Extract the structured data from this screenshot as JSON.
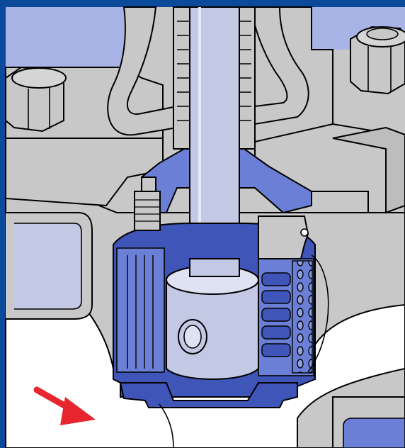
{
  "figure": {
    "colors": {
      "frame": "#0b4a9a",
      "body_gray": "#c8c8c8",
      "steel": "#c3c8e4",
      "blue_light": "#a9b4e6",
      "blue_mid": "#6b7fd6",
      "blue_dark": "#3f55b8",
      "flow_white": "#ffffff",
      "arrow_red": "#e8262f",
      "outline": "#000000"
    },
    "parts": [
      "valve-body",
      "bonnet",
      "valve-stem",
      "bonnet-bolts-nuts",
      "grease-fitting",
      "cage-trim",
      "plug",
      "seat-ring",
      "flow-direction-arrow"
    ]
  }
}
